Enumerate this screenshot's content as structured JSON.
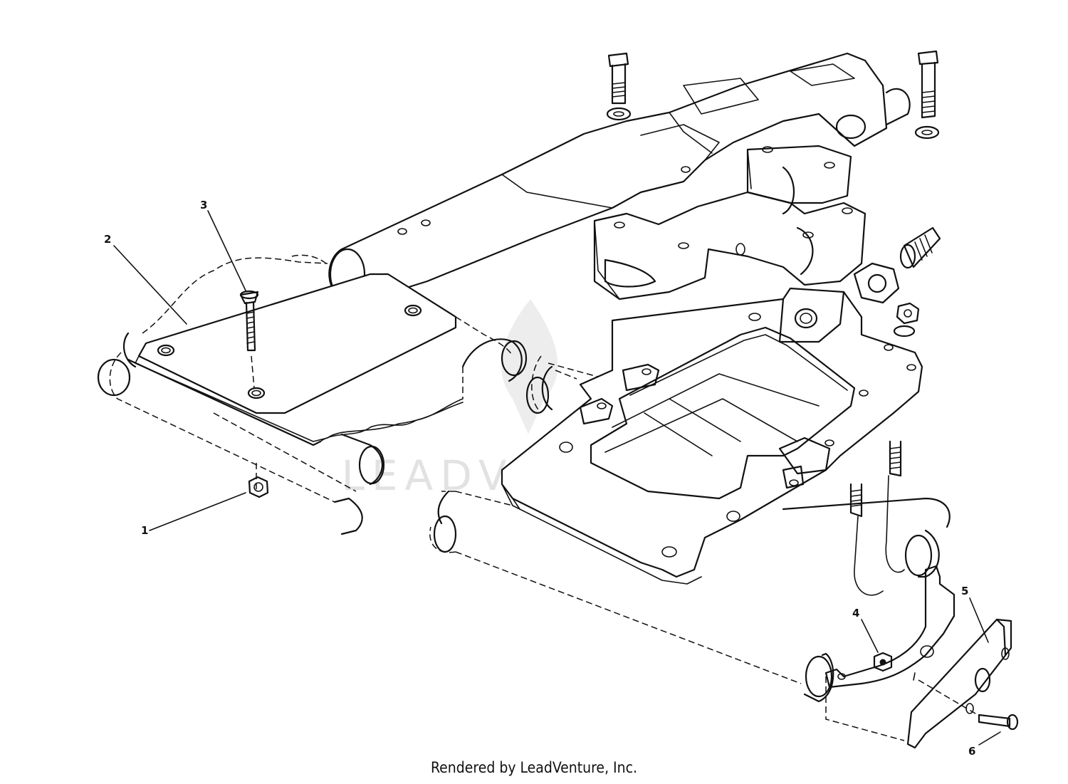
{
  "watermark": "LEADVENTURE",
  "footer": "Rendered by LeadVenture, Inc.",
  "callouts": [
    {
      "number": "1",
      "part": "nut"
    },
    {
      "number": "2",
      "part": "plate"
    },
    {
      "number": "3",
      "part": "screw"
    },
    {
      "number": "4",
      "part": "nut"
    },
    {
      "number": "5",
      "part": "bracket"
    },
    {
      "number": "6",
      "part": "screw"
    }
  ]
}
